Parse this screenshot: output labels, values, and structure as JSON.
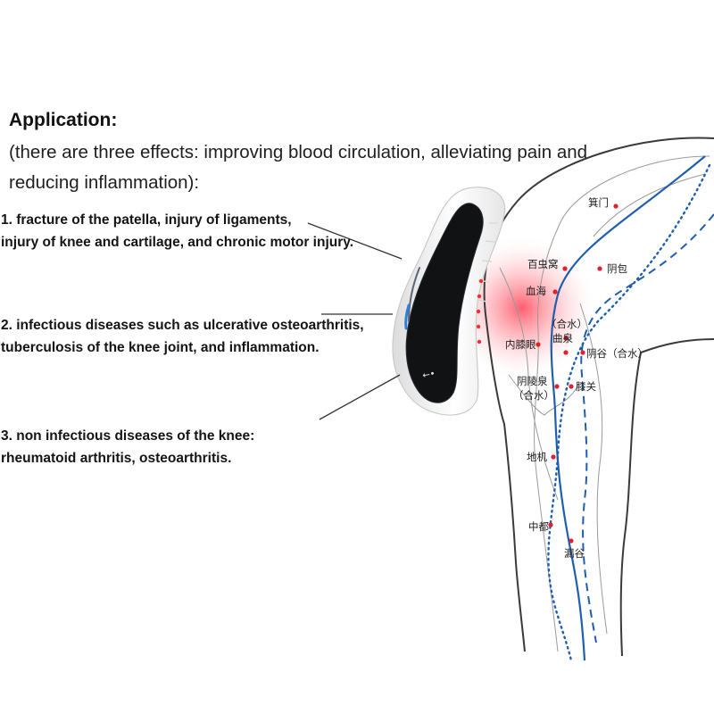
{
  "heading": "Application:",
  "subheading": "(there are three effects: improving blood circulation, alleviating pain and reducing inflammation):",
  "items": [
    {
      "line1": "1. fracture of the patella, injury of ligaments,",
      "line2": "injury of knee and cartilage, and chronic motor injury."
    },
    {
      "line1": "2. infectious diseases such as ulcerative osteoarthritis,",
      "line2": "tuberculosis of the knee joint, and inflammation."
    },
    {
      "line1": "3. non infectious diseases of the knee:",
      "line2": "rheumatoid arthritis, osteoarthritis."
    }
  ],
  "acupoints": {
    "jimen": "箕门",
    "baichongwo": "百虫窝",
    "yinbao": "阴包",
    "xuehai": "血海",
    "heshui_a": "（合水）",
    "ququan": "曲泉",
    "neixiyan": "内膝眼",
    "yingu": "阴谷（合水）",
    "yinlingquan": "阴陵泉",
    "heshui_b": "（合水）",
    "xiguan": "膝关",
    "diji": "地机",
    "zhongdu": "中都",
    "lougu": "漏谷"
  },
  "device_mark": "←•",
  "colors": {
    "meridian": "#1f5fae",
    "glow": "#ff3b4e",
    "acupoint": "#e0202c",
    "outline": "#3a3a3a"
  }
}
